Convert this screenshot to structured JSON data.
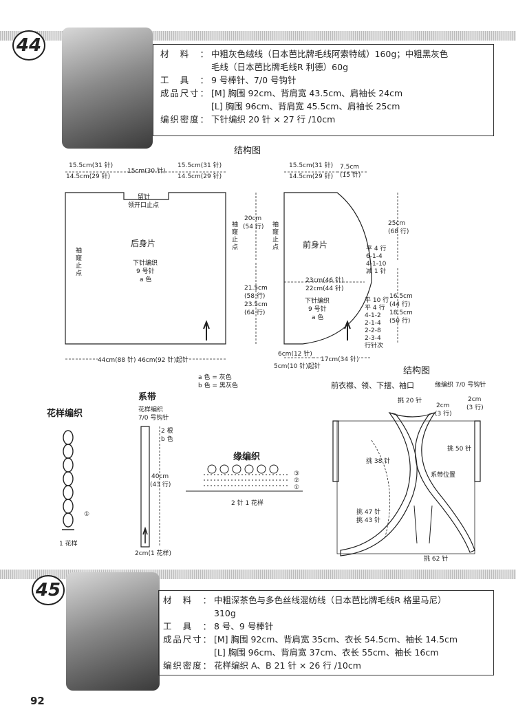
{
  "p44": {
    "number": "44",
    "materials_label": "材料：",
    "materials": "中粗灰色绒线（日本芭比牌毛线阿索特绒）160g；中粗黑灰色",
    "materials2": "毛线（日本芭比牌毛线R 利德）60g",
    "tools_label": "工具：",
    "tools": "9 号棒针、7/0 号钩针",
    "size_label": "成品尺寸：",
    "size_m": "[M] 胸围 92cm、背肩宽 43.5cm、肩袖长 24cm",
    "size_l": "[L] 胸围 96cm、背肩宽 45.5cm、肩袖长 25cm",
    "gauge_label": "编织密度：",
    "gauge": "下针编织  20 针 × 27 行 /10cm"
  },
  "diagram": {
    "title": "结构图",
    "back_label": "后身片",
    "back_stitch": "下针编织",
    "back_needle": "9 号针",
    "back_color": "a 色",
    "front_label": "前身片",
    "front_stitch": "下针编织",
    "front_needle": "9 号针",
    "front_color": "a 色",
    "back_top_left": "15.5cm(31 针)",
    "back_top_left_b": "14.5cm(29 针)",
    "back_top_mid": "15cm(30 针)",
    "back_top_right": "15.5cm(31 针)",
    "back_top_right_b": "14.5cm(29 针)",
    "back_hold": "留针",
    "back_neck": "领开口止点",
    "back_side_left": "袖窿止点",
    "back_side_right": "袖窿止点",
    "back_bottom": "44cm(88 针) 46cm(92 针)起针",
    "front_top_a": "15.5cm(31 针)",
    "front_top_a_b": "14.5cm(29 针)",
    "front_top_b": "7.5cm",
    "front_top_b_b": "(15 针)",
    "front_side": "袖窿止点",
    "h_20": "20cm",
    "h_54": "(54 行)",
    "h_21": "21.5cm",
    "h_58": "(58 行)",
    "h_23": "23.5cm",
    "h_64": "(64 行)",
    "h_25": "25cm",
    "h_68": "(68 行)",
    "w_23": "23cm(46 针)",
    "w_22": "22cm(44 针)",
    "dec1": [
      "平 4 行",
      "6-1-4",
      "4-1-10",
      "减 1 针"
    ],
    "h_16": "16.5cm",
    "h_44": "(44 行)",
    "h_18": "18.5cm",
    "h_50": "(50 行)",
    "dec2": [
      "平 10 行",
      "平 4 行",
      "4-1-2",
      "2-1-4",
      "2-2-8",
      "2-3-4",
      "行针次"
    ],
    "f_bottom_a": "6cm(12 针)",
    "f_bottom_b": "5cm(10 针)起针",
    "f_bottom_c": "17cm(34 针)",
    "color_a": "a 色 = 灰色",
    "color_b": "b 色 = 黑灰色"
  },
  "tie": {
    "title": "系带",
    "pattern": "花样编织",
    "hook": "7/0 号钩针",
    "strands": "2 根",
    "color": "b 色",
    "len": "40cm",
    "rows": "(43 行)",
    "width": "2cm(1 花样)"
  },
  "pattern": {
    "title": "花样编织",
    "repeat": "1 花样",
    "marker": "①"
  },
  "edge": {
    "title": "缘编织",
    "rows": [
      "③",
      "②",
      "①"
    ],
    "repeat": "2 针 1 花样"
  },
  "diagram2": {
    "title": "结构图",
    "subtitle": "前衣襟、领、下摆、袖口",
    "hook": "缘编织 7/0 号钩针",
    "pick20": "挑 20 针",
    "w2cm": "2cm",
    "w3row": "(3 行)",
    "w2cm_b": "2cm",
    "w3row_b": "(3 行)",
    "pick50": "挑 50 针",
    "pick38": "挑 38 针",
    "tie_pos": "系带位置",
    "pick47": "挑 47 针",
    "pick43": "挑 43 针",
    "pick62": "挑 62 针"
  },
  "p45": {
    "number": "45",
    "materials_label": "材料：",
    "materials": "中粗深茶色与多色丝线混纺线（日本芭比牌毛线R 格里马尼）",
    "materials2": "310g",
    "tools_label": "工具：",
    "tools": "8 号、9 号棒针",
    "size_label": "成品尺寸：",
    "size_m": "[M] 胸围 92cm、背肩宽 35cm、衣长 54.5cm、袖长 14.5cm",
    "size_l": "[L] 胸围 96cm、背肩宽 37cm、衣长 55cm、袖长 16cm",
    "gauge_label": "编织密度：",
    "gauge": "花样编织 A、B  21 针 × 26 行 /10cm"
  },
  "page_number": "92"
}
